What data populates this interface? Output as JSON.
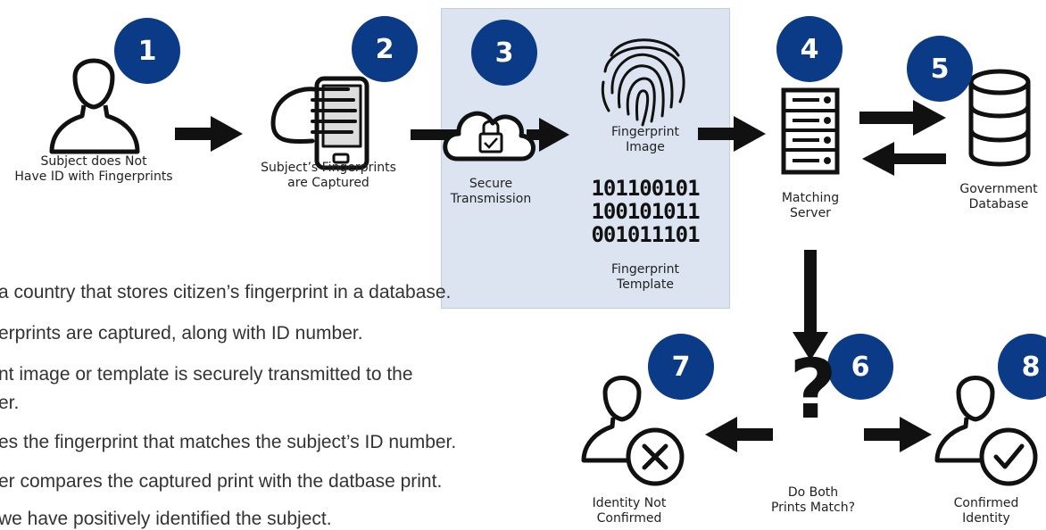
{
  "steps": {
    "s1": {
      "number": "1",
      "label_line1": "Subject does Not",
      "label_line2": "Have ID with Fingerprints"
    },
    "s2": {
      "number": "2",
      "label_line1": "Subject’s Fingerprints",
      "label_line2": "are Captured"
    },
    "s3": {
      "number": "3",
      "label_line1": "Secure",
      "label_line2": "Transmission"
    },
    "s4": {
      "number": "4",
      "label_line1": "Matching",
      "label_line2": "Server"
    },
    "s5": {
      "number": "5",
      "label_line1": "Government",
      "label_line2": "Database"
    },
    "s6": {
      "number": "6",
      "label_line1": "Do Both",
      "label_line2": "Prints Match?"
    },
    "s7": {
      "number": "7",
      "label_line1": "Identity Not",
      "label_line2": "Confirmed"
    },
    "s8": {
      "number": "8",
      "label_line1": "Confirmed",
      "label_line2": "Identity"
    }
  },
  "fingerprint_image": {
    "label_line1": "Fingerprint",
    "label_line2": "Image"
  },
  "fingerprint_template": {
    "binary_lines": [
      "101100101",
      "100101011",
      "001011101"
    ],
    "label_line1": "Fingerprint",
    "label_line2": "Template"
  },
  "question_mark": "?",
  "notes": [
    "a country that stores citizen’s fingerprint in a database.",
    "erprints are captured, along with ID number.",
    "nt image or template is securely transmitted to the",
    "er.",
    "es the fingerprint that matches the subject’s ID number.",
    "er compares the captured print with the datbase print.",
    " we have positively identified the subject."
  ],
  "colors": {
    "badge": "#0b3a86",
    "panel": "#dbe4f0",
    "icon": "#111111"
  },
  "icons": [
    "person-icon",
    "hand-phone-icon",
    "cloud-lock-icon",
    "fingerprint-icon",
    "server-icon",
    "database-icon",
    "x-circle-icon",
    "check-circle-icon",
    "arrow-icon"
  ]
}
